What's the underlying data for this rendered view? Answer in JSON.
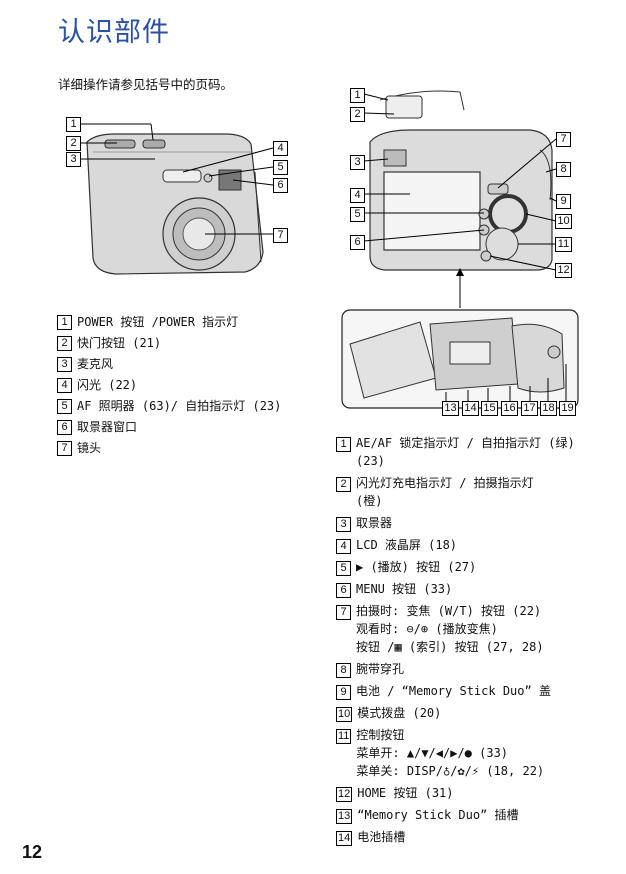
{
  "page": {
    "title": "认识部件",
    "intro": "详细操作请参见括号中的页码。",
    "page_number": "12"
  },
  "front_labels": [
    "1",
    "2",
    "3",
    "4",
    "5",
    "6",
    "7"
  ],
  "back_labels": [
    "1",
    "2",
    "3",
    "4",
    "5",
    "6",
    "7",
    "8",
    "9",
    "10",
    "11",
    "12"
  ],
  "bottom_labels": [
    "13",
    "14",
    "15",
    "16",
    "17",
    "18",
    "19"
  ],
  "legend_left": [
    {
      "num": "1",
      "text": "POWER 按钮 /POWER 指示灯"
    },
    {
      "num": "2",
      "text": "快门按钮 (21)"
    },
    {
      "num": "3",
      "text": "麦克风"
    },
    {
      "num": "4",
      "text": "闪光 (22)"
    },
    {
      "num": "5",
      "text": "AF 照明器 (63)/ 自拍指示灯 (23)"
    },
    {
      "num": "6",
      "text": "取景器窗口"
    },
    {
      "num": "7",
      "text": "镜头"
    }
  ],
  "legend_right": [
    {
      "num": "1",
      "text": "AE/AF 锁定指示灯 / 自拍指示灯 (绿)\n(23)"
    },
    {
      "num": "2",
      "text": "闪光灯充电指示灯 / 拍摄指示灯\n(橙)"
    },
    {
      "num": "3",
      "text": "取景器"
    },
    {
      "num": "4",
      "text": "LCD 液晶屏 (18)"
    },
    {
      "num": "5",
      "text": "▶ (播放) 按钮 (27)"
    },
    {
      "num": "6",
      "text": "MENU 按钮 (33)"
    },
    {
      "num": "7",
      "text": "拍摄时: 变焦 (W/T) 按钮 (22)\n观看时: ⊖/⊕ (播放变焦)\n按钮 /▦ (索引) 按钮 (27, 28)"
    },
    {
      "num": "8",
      "text": "腕带穿孔"
    },
    {
      "num": "9",
      "text": "电池 / “Memory Stick Duo” 盖"
    },
    {
      "num": "10",
      "text": "模式拨盘 (20)"
    },
    {
      "num": "11",
      "text": "控制按钮\n菜单开: ▲/▼/◀/▶/● (33)\n菜单关: DISP/♁/✿/⚡ (18, 22)"
    },
    {
      "num": "12",
      "text": "HOME 按钮 (31)"
    },
    {
      "num": "13",
      "text": "“Memory Stick Duo” 插槽"
    },
    {
      "num": "14",
      "text": "电池插槽"
    }
  ]
}
